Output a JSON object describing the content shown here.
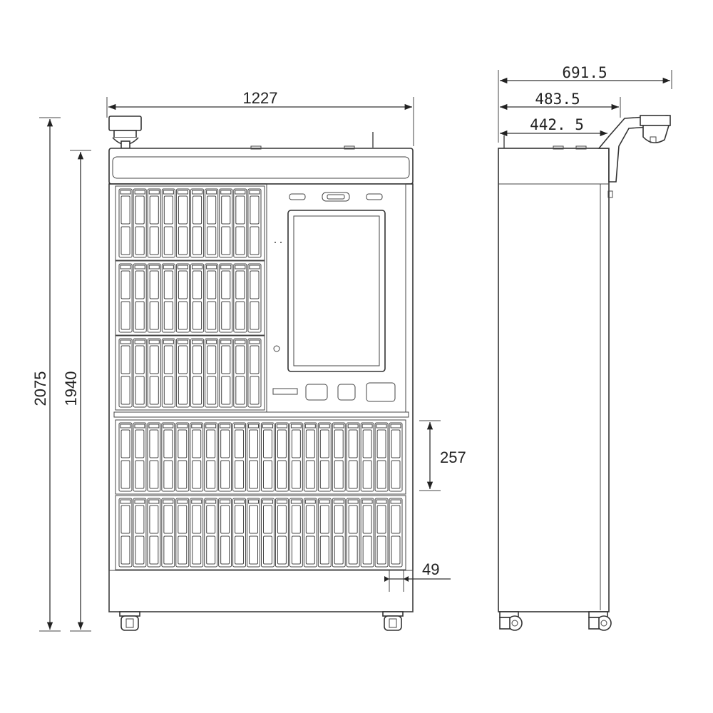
{
  "dimensions": {
    "total_width": "1227",
    "total_height": "2075",
    "body_height": "1940",
    "depth_max": "691.5",
    "depth_mid": "483.5",
    "depth_body": "442. 5",
    "drawer_height": "257",
    "drawer_width": "49"
  },
  "upper_section": {
    "rows": 3,
    "cols": 10
  },
  "lower_section": {
    "rows": 2,
    "cols": 20
  },
  "kiosk_buttons": 3
}
